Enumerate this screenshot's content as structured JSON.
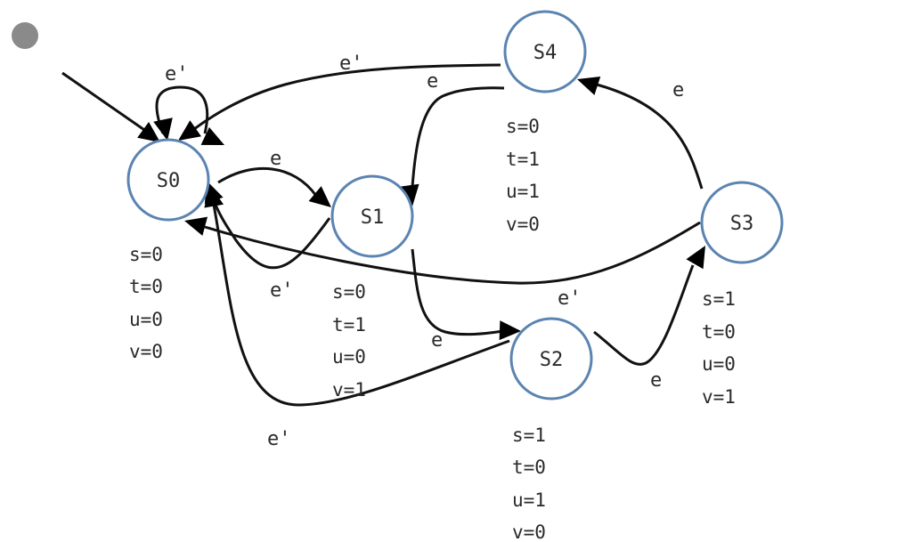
{
  "diagram": {
    "states": [
      {
        "id": "S0",
        "label": "S0",
        "outputs": [
          "s=0",
          "t=0",
          "u=0",
          "v=0"
        ]
      },
      {
        "id": "S1",
        "label": "S1",
        "outputs": [
          "s=0",
          "t=1",
          "u=0",
          "v=1"
        ]
      },
      {
        "id": "S2",
        "label": "S2",
        "outputs": [
          "s=1",
          "t=0",
          "u=1",
          "v=0"
        ]
      },
      {
        "id": "S3",
        "label": "S3",
        "outputs": [
          "s=1",
          "t=0",
          "u=0",
          "v=1"
        ]
      },
      {
        "id": "S4",
        "label": "S4",
        "outputs": [
          "s=0",
          "t=1",
          "u=1",
          "v=0"
        ]
      }
    ],
    "transitions": [
      {
        "from": "start",
        "to": "S0",
        "label": ""
      },
      {
        "from": "S0",
        "to": "S0",
        "label": "e'"
      },
      {
        "from": "S0",
        "to": "S1",
        "label": "e"
      },
      {
        "from": "S1",
        "to": "S0",
        "label": "e'"
      },
      {
        "from": "S1",
        "to": "S2",
        "label": "e"
      },
      {
        "from": "S2",
        "to": "S0",
        "label": "e'"
      },
      {
        "from": "S2",
        "to": "S3",
        "label": "e"
      },
      {
        "from": "S3",
        "to": "S0",
        "label": "e'"
      },
      {
        "from": "S3",
        "to": "S4",
        "label": "e"
      },
      {
        "from": "S4",
        "to": "S0",
        "label": "e'"
      },
      {
        "from": "S4",
        "to": "S1",
        "label": "e"
      }
    ]
  }
}
